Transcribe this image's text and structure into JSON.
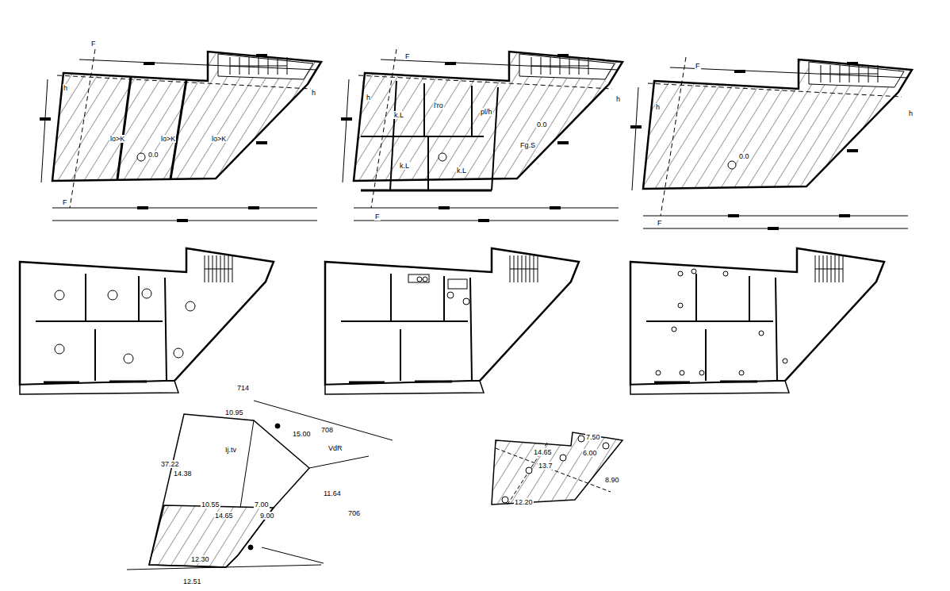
{
  "diagram": {
    "labels": [
      "F",
      "h",
      "lo>K",
      "lo>K",
      "lo>K",
      "0.0",
      "F",
      "h",
      "F",
      "h",
      "k.L",
      "l'ro",
      "pl/h",
      "0.0",
      "Fg.S",
      "k.L",
      "k.L",
      "F",
      "h",
      "F",
      "h",
      "0.0",
      "F",
      "h",
      "714",
      "10.95",
      "15.00",
      "708",
      "VdR",
      "Ij.tv",
      "37.22",
      "14.38",
      "11.64",
      "706",
      "10.55",
      "7.00",
      "14.65",
      "9.00",
      "12.30",
      "12.51",
      "7.50",
      "14.65",
      "6.00",
      "13.7",
      "8.90",
      "12.20"
    ]
  }
}
